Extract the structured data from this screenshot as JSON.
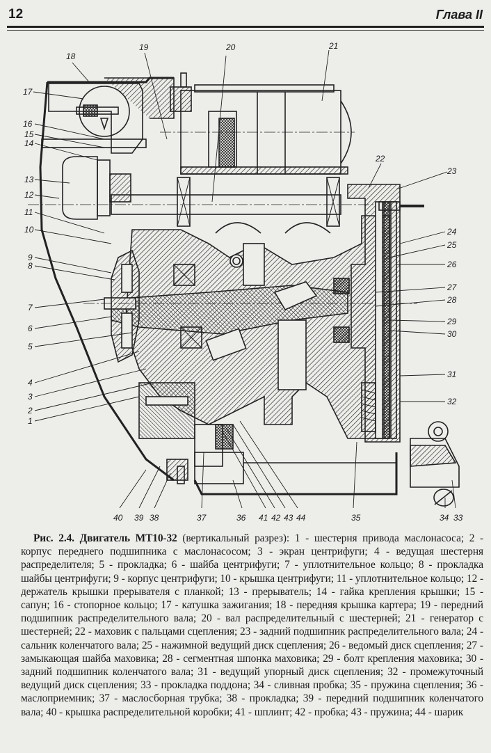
{
  "header": {
    "page_number": "12",
    "chapter": "Глава II"
  },
  "figure": {
    "callouts": [
      "1",
      "2",
      "3",
      "4",
      "5",
      "6",
      "7",
      "8",
      "9",
      "10",
      "11",
      "12",
      "13",
      "14",
      "15",
      "16",
      "17",
      "18",
      "19",
      "20",
      "21",
      "22",
      "23",
      "24",
      "25",
      "26",
      "27",
      "28",
      "29",
      "30",
      "31",
      "32",
      "33",
      "34",
      "35",
      "36",
      "37",
      "38",
      "39",
      "40",
      "41",
      "42",
      "43",
      "44"
    ]
  },
  "caption": {
    "figure_number": "Рис. 2.4.",
    "figure_title": "Двигатель МТ10-32",
    "subtitle": "(вертикальный разрез):",
    "items": [
      {
        "n": "1",
        "text": "шестерня привода маслонасоса"
      },
      {
        "n": "2",
        "text": "корпус переднего подшипника с маслонасосом"
      },
      {
        "n": "3",
        "text": "экран центрифуги"
      },
      {
        "n": "4",
        "text": "ведущая шестерня распределителя"
      },
      {
        "n": "5",
        "text": "прокладка"
      },
      {
        "n": "6",
        "text": "шайба центрифуги"
      },
      {
        "n": "7",
        "text": "уплотнительное кольцо"
      },
      {
        "n": "8",
        "text": "прокладка шайбы центрифуги"
      },
      {
        "n": "9",
        "text": "корпус центрифуги"
      },
      {
        "n": "10",
        "text": "крышка центрифуги"
      },
      {
        "n": "11",
        "text": "уплотнительное кольцо"
      },
      {
        "n": "12",
        "text": "держатель крышки прерывателя с планкой"
      },
      {
        "n": "13",
        "text": "прерыватель"
      },
      {
        "n": "14",
        "text": "гайка крепления крышки"
      },
      {
        "n": "15",
        "text": "сапун"
      },
      {
        "n": "16",
        "text": "стопорное кольцо"
      },
      {
        "n": "17",
        "text": "катушка зажигания"
      },
      {
        "n": "18",
        "text": "передняя крышка картера"
      },
      {
        "n": "19",
        "text": "передний подшипник распределительного вала"
      },
      {
        "n": "20",
        "text": "вал распределительный с шестерней"
      },
      {
        "n": "21",
        "text": "генератор с шестерней"
      },
      {
        "n": "22",
        "text": "маховик с пальцами сцепления"
      },
      {
        "n": "23",
        "text": "задний подшипник распределительного вала"
      },
      {
        "n": "24",
        "text": "сальник коленчатого вала"
      },
      {
        "n": "25",
        "text": "нажимной ведущий диск сцепления"
      },
      {
        "n": "26",
        "text": "ведомый диск сцепления"
      },
      {
        "n": "27",
        "text": "замыкающая шайба маховика"
      },
      {
        "n": "28",
        "text": "сегментная шпонка маховика"
      },
      {
        "n": "29",
        "text": "болт крепления маховика"
      },
      {
        "n": "30",
        "text": "задний подшипник коленчатого вала"
      },
      {
        "n": "31",
        "text": "ведущий упорный диск сцепления"
      },
      {
        "n": "32",
        "text": "промежуточный ведущий диск сцепления"
      },
      {
        "n": "33",
        "text": "прокладка поддона"
      },
      {
        "n": "34",
        "text": "сливная пробка"
      },
      {
        "n": "35",
        "text": "пружина сцепления"
      },
      {
        "n": "36",
        "text": "маслоприемник"
      },
      {
        "n": "37",
        "text": "маслосборная трубка"
      },
      {
        "n": "38",
        "text": "прокладка"
      },
      {
        "n": "39",
        "text": "передний подшипник коленчатого вала"
      },
      {
        "n": "40",
        "text": "крышка распределительной коробки"
      },
      {
        "n": "41",
        "text": "шплинт"
      },
      {
        "n": "42",
        "text": "пробка"
      },
      {
        "n": "43",
        "text": "пружина"
      },
      {
        "n": "44",
        "text": "шарик"
      }
    ]
  }
}
